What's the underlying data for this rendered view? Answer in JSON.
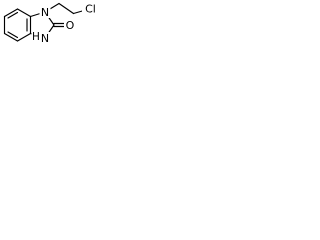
{
  "molecule": {
    "atoms": {
      "n1": "N",
      "n3": "N",
      "h3": "H",
      "oxygen": "O",
      "chlorine": "Cl"
    }
  }
}
